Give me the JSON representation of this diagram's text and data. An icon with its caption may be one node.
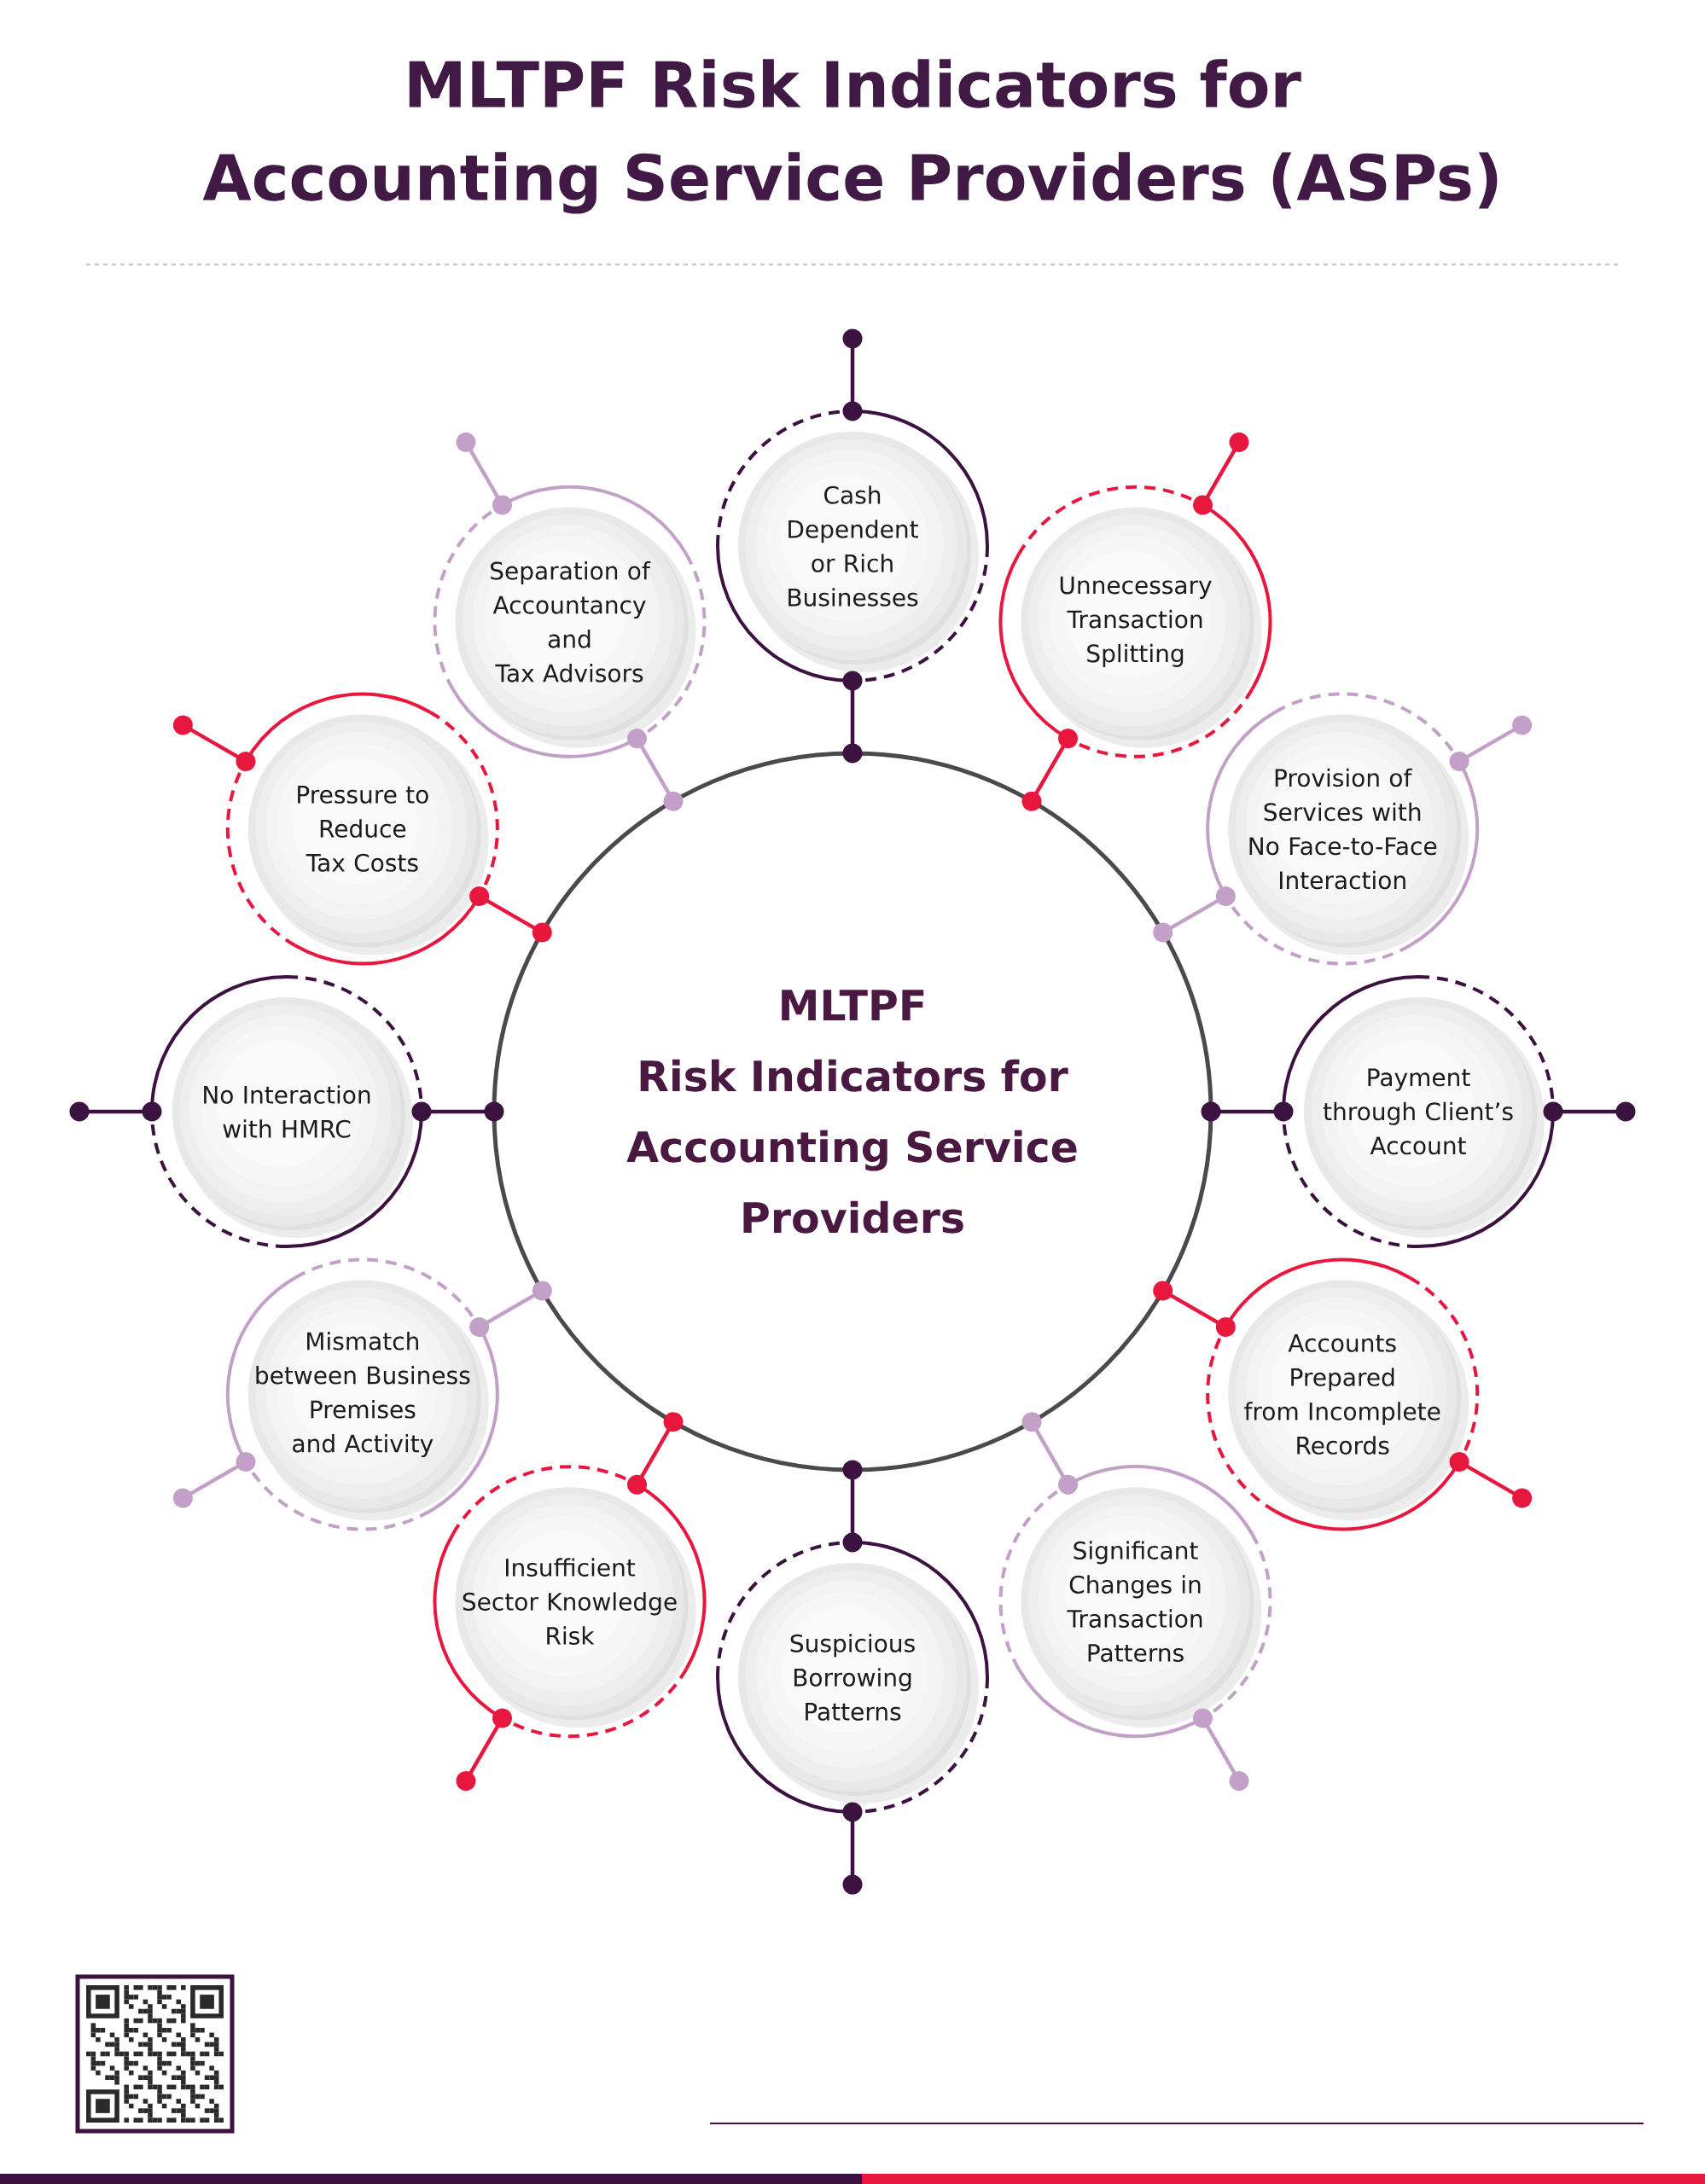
{
  "diagram": {
    "title": "MLTPF Risk Indicators for Accounting Service Providers (ASPs)",
    "nodes": [
      {
        "text": [
          "MLTPF Risk Indicators for Accounting Service Providers"
        ]
      },
      {
        "text": [
          "Cash Dependent or Rich Businesses"
        ]
      },
      {
        "text": [
          "Unnecessary Transaction Splitting"
        ]
      },
      {
        "text": [
          "Provision of Services with No Face-to-Face Interaction"
        ]
      },
      {
        "text": [
          "Payment through Client’s Account"
        ]
      },
      {
        "text": [
          "Accounts Prepared from Incomplete Records"
        ]
      },
      {
        "text": [
          "Significant Changes in Transaction Patterns"
        ]
      },
      {
        "text": [
          "Suspicious Borrowing Patterns"
        ]
      },
      {
        "text": [
          "Insufficient Sector Knowledge Risk"
        ]
      },
      {
        "text": [
          "Mismatch between Business Premises and Activity"
        ]
      },
      {
        "text": [
          "No Interaction with HMRC"
        ]
      },
      {
        "text": [
          "Pressure to Reduce Tax Costs"
        ]
      },
      {
        "text": [
          "Separation of Accountancy and Tax Advisors"
        ]
      }
    ],
    "edges": [
      {
        "from": 0,
        "to": 1,
        "arrow": "other",
        "color": "#3b1240"
      },
      {
        "from": 0,
        "to": 2,
        "arrow": "other",
        "color": "#e8173e"
      },
      {
        "from": 0,
        "to": 3,
        "arrow": "other",
        "color": "#c3a0c8"
      },
      {
        "from": 0,
        "to": 4,
        "arrow": "other",
        "color": "#3b1240"
      },
      {
        "from": 0,
        "to": 5,
        "arrow": "other",
        "color": "#e8173e"
      },
      {
        "from": 0,
        "to": 6,
        "arrow": "other",
        "color": "#c3a0c8"
      },
      {
        "from": 0,
        "to": 7,
        "arrow": "other",
        "color": "#3b1240"
      },
      {
        "from": 0,
        "to": 8,
        "arrow": "other",
        "color": "#e8173e"
      },
      {
        "from": 0,
        "to": 9,
        "arrow": "other",
        "color": "#c3a0c8"
      },
      {
        "from": 0,
        "to": 10,
        "arrow": "other",
        "color": "#3b1240"
      },
      {
        "from": 0,
        "to": 11,
        "arrow": "other",
        "color": "#e8173e"
      },
      {
        "from": 0,
        "to": 12,
        "arrow": "other",
        "color": "#c3a0c8"
      }
    ]
  }
}
